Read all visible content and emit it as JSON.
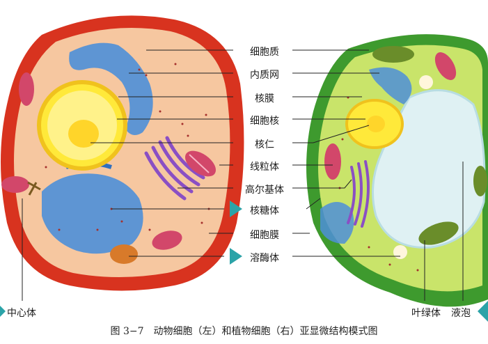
{
  "labels": {
    "cytoplasm": "细胞质",
    "er": "内质网",
    "nuclear_membrane": "核膜",
    "nucleus": "细胞核",
    "nucleolus": "核仁",
    "mitochondria": "线粒体",
    "golgi": "高尔基体",
    "ribosome": "核糖体",
    "cell_membrane": "细胞膜",
    "lysosome": "溶酶体",
    "centrosome": "中心体",
    "chloroplast": "叶绿体",
    "vacuole": "液泡"
  },
  "caption": "图 3−7　动物细胞（左）和植物细胞（右）亚显微结构模式图",
  "colors": {
    "animal_outer": "#d8331f",
    "animal_cyto": "#f6c7a0",
    "nucleus": "#ffe93a",
    "er": "#4e8fd8",
    "golgi": "#8a4fc4",
    "mito": "#d2476a",
    "plant_wall": "#3e9a2e",
    "plant_cyto": "#c9e46a",
    "vacuole": "#dff1f3",
    "marker": "#2ba3a8"
  }
}
